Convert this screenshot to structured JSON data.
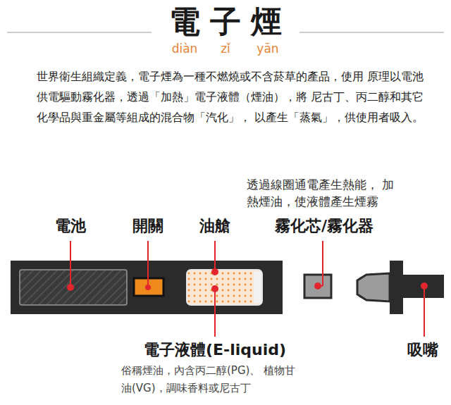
{
  "diagram": {
    "title": "電子煙",
    "labels": [
      "diàn",
      "zǐ",
      "yān",
      "世界衛生組織定義，電子煙為一種不燃燒或不含菸草的產品，使用 原理以電池供電驅動霧化器，透過「加熱」電子液體（煙油），將 尼古丁、丙二醇和其它化學品與重金屬等組成的混合物「汽化」， 以產生「蒸氣」，供使用者吸入。",
      "透過線圈通電產生熱能， 加熱煙油，使液體產生煙霧",
      "電池",
      "開關",
      "油艙",
      "霧化芯/霧化器",
      "電子液體(E-liquid)",
      "俗稱煙油，內含丙二醇(PG)、 植物甘油(VG)，調味香料或尼古丁",
      "吸嘴"
    ]
  }
}
